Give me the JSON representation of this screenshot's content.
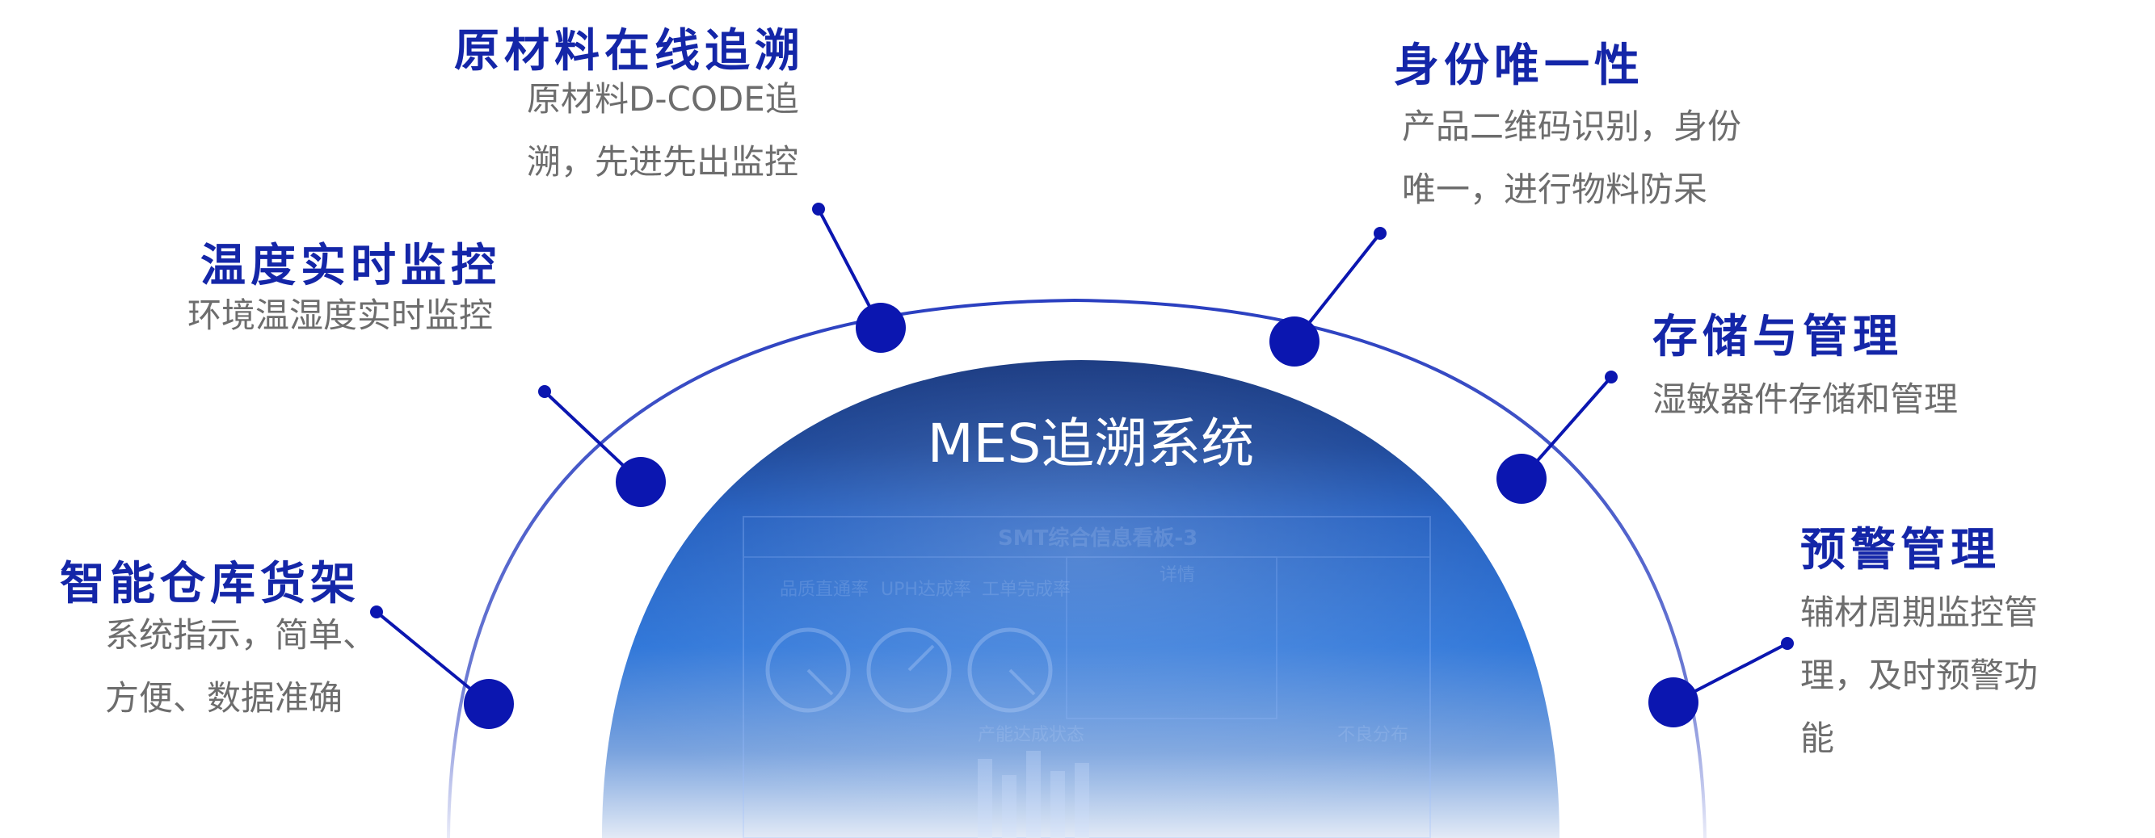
{
  "center": {
    "title": "MES追溯系统"
  },
  "dashboard_ghost": {
    "title": "SMT综合信息看板-3",
    "labels": [
      "品质直通率",
      "UPH达成率",
      "工单完成率",
      "详情",
      "产能达成状态",
      "不良分布"
    ]
  },
  "features": [
    {
      "title": "原材料在线追溯",
      "desc": [
        "原材料D-CODE追",
        "溯，先进先出监控"
      ]
    },
    {
      "title": "温度实时监控",
      "desc": [
        "环境温湿度实时监控"
      ]
    },
    {
      "title": "智能仓库货架",
      "desc": [
        "系统指示，简单、",
        "方便、数据准确"
      ]
    },
    {
      "title": "身份唯一性",
      "desc": [
        "产品二维码识别，身份",
        "唯一，进行物料防呆"
      ]
    },
    {
      "title": "存储与管理",
      "desc": [
        "湿敏器件存储和管理"
      ]
    },
    {
      "title": "预警管理",
      "desc": [
        "辅材周期监控管",
        "理，及时预警功",
        "能"
      ]
    }
  ],
  "colors": {
    "accent": "#1426a8",
    "node": "#0b16b0",
    "arc": "#2a3fc0",
    "desc_text": "#6d6d6d",
    "dome_top": "#0a2c78",
    "dome_mid": "#1f6ad8",
    "dome_bottom": "#dde7f6"
  }
}
